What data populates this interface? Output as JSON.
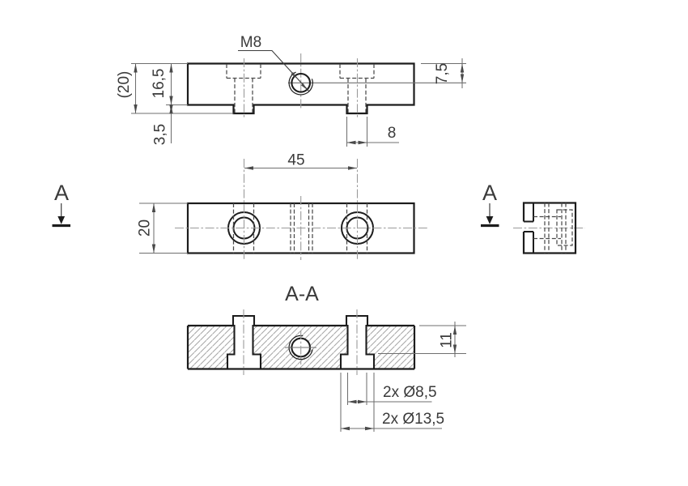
{
  "drawing": {
    "labels": {
      "thread": "M8",
      "overall_height": "(20)",
      "body_height": "16,5",
      "rib_height": "3,5",
      "thread_depth": "7,5",
      "rib_width": "8",
      "hole_spacing": "45",
      "plate_width": "20",
      "section_marker": "A",
      "section_title": "A-A",
      "bore_depth": "11",
      "hole_diameter": "2x Ø8,5",
      "counterbore_diameter": "2x Ø13,5"
    },
    "colors": {
      "outline": "#1c1c1c",
      "dimension_line": "#6f6f6f",
      "centerline": "#9b9b9b",
      "hidden_line": "#4a4a4a",
      "hatch": "#a6a6a6",
      "text": "#3a3a3a",
      "background": "#ffffff"
    }
  }
}
